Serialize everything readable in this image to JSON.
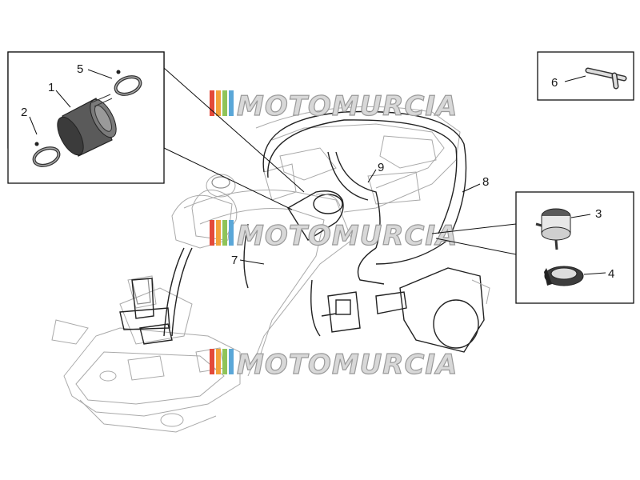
{
  "diagram": {
    "watermark": "MOTOMURCIA",
    "callouts": {
      "c1": "1",
      "c2": "2",
      "c3": "3",
      "c4": "4",
      "c5": "5",
      "c6": "6",
      "c7": "7",
      "c8": "8",
      "c9": "9"
    },
    "colors": {
      "stripe_red": "#e34a3a",
      "stripe_orange": "#f2a33a",
      "stripe_green": "#8fc459",
      "stripe_blue": "#5aa7d8",
      "outline": "#a9a9a9",
      "ink": "#111111"
    }
  }
}
